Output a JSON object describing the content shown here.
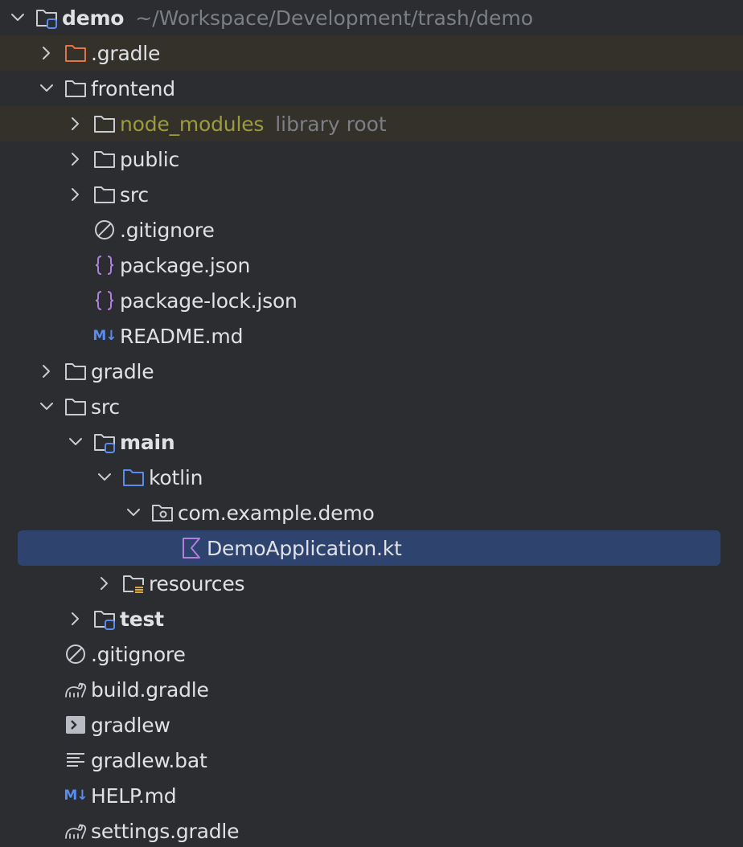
{
  "project": {
    "name": "demo",
    "path": "~/Workspace/Development/trash/demo"
  },
  "colors": {
    "background": "#2b2d30",
    "selection": "#2e436e",
    "ignored_row": "#33312a",
    "excluded_text": "#9c9b3d",
    "hint_text": "#7c7f85",
    "accent_blue": "#5a8cf0",
    "json_purple": "#b07fe0",
    "gradle_orange": "#e0734a"
  },
  "tree": [
    {
      "label": "demo",
      "hint": "~/Workspace/Development/trash/demo",
      "icon": "module-folder-icon",
      "depth": 0,
      "expanded": true,
      "bold": true
    },
    {
      "label": ".gradle",
      "icon": "excluded-folder-icon",
      "depth": 1,
      "expanded": false,
      "ignored": true
    },
    {
      "label": "frontend",
      "icon": "folder-icon",
      "depth": 1,
      "expanded": true
    },
    {
      "label": "node_modules",
      "hint": "library root",
      "icon": "folder-icon",
      "depth": 2,
      "expanded": false,
      "ignored": true,
      "excluded": true
    },
    {
      "label": "public",
      "icon": "folder-icon",
      "depth": 2,
      "expanded": false
    },
    {
      "label": "src",
      "icon": "folder-icon",
      "depth": 2,
      "expanded": false
    },
    {
      "label": ".gitignore",
      "icon": "ignore-file-icon",
      "depth": 2
    },
    {
      "label": "package.json",
      "icon": "json-file-icon",
      "depth": 2
    },
    {
      "label": "package-lock.json",
      "icon": "json-file-icon",
      "depth": 2
    },
    {
      "label": "README.md",
      "icon": "markdown-file-icon",
      "depth": 2
    },
    {
      "label": "gradle",
      "icon": "folder-icon",
      "depth": 1,
      "expanded": false
    },
    {
      "label": "src",
      "icon": "folder-icon",
      "depth": 1,
      "expanded": true
    },
    {
      "label": "main",
      "icon": "module-folder-icon",
      "depth": 2,
      "expanded": true,
      "bold": true
    },
    {
      "label": "kotlin",
      "icon": "source-folder-icon",
      "depth": 3,
      "expanded": true
    },
    {
      "label": "com.example.demo",
      "icon": "package-folder-icon",
      "depth": 4,
      "expanded": true
    },
    {
      "label": "DemoApplication.kt",
      "icon": "kotlin-file-icon",
      "depth": 5,
      "selected": true
    },
    {
      "label": "resources",
      "icon": "resources-folder-icon",
      "depth": 3,
      "expanded": false
    },
    {
      "label": "test",
      "icon": "module-folder-icon",
      "depth": 2,
      "expanded": false,
      "bold": true
    },
    {
      "label": ".gitignore",
      "icon": "ignore-file-icon",
      "depth": 1
    },
    {
      "label": "build.gradle",
      "icon": "gradle-file-icon",
      "depth": 1
    },
    {
      "label": "gradlew",
      "icon": "shell-script-icon",
      "depth": 1
    },
    {
      "label": "gradlew.bat",
      "icon": "text-file-icon",
      "depth": 1
    },
    {
      "label": "HELP.md",
      "icon": "markdown-file-icon",
      "depth": 1
    },
    {
      "label": "settings.gradle",
      "icon": "gradle-file-icon",
      "depth": 1
    }
  ],
  "icon_glyphs": {
    "markdown": "M↓"
  }
}
